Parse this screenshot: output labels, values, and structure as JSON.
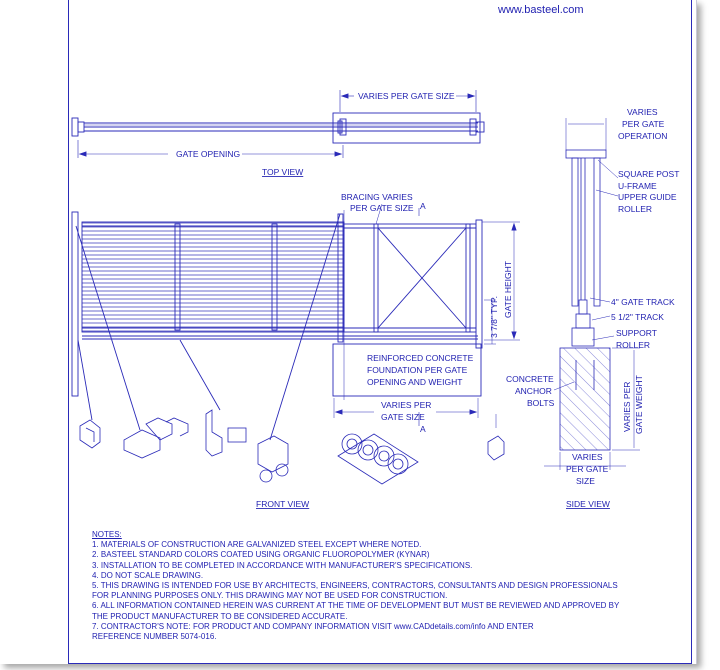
{
  "header": {
    "website": "www.basteel.com"
  },
  "views": {
    "top": "TOP VIEW",
    "front": "FRONT VIEW",
    "side": "SIDE VIEW"
  },
  "labels": {
    "varies_top": "VARIES PER GATE SIZE",
    "gate_opening": "GATE OPENING",
    "bracing_1": "BRACING VARIES",
    "bracing_2": "PER GATE SIZE",
    "section_a": "A",
    "foundation_1": "REINFORCED CONCRETE",
    "foundation_2": "FOUNDATION PER GATE",
    "foundation_3": "OPENING AND WEIGHT",
    "varies_bottom_1": "VARIES PER",
    "varies_bottom_2": "GATE SIZE",
    "typ": "3 7/8\" TYP.",
    "gate_height": "GATE HEIGHT",
    "varies_op_1": "VARIES",
    "varies_op_2": "PER GATE",
    "varies_op_3": "OPERATION",
    "square_post": "SQUARE POST",
    "u_frame": "U-FRAME",
    "upper_guide": "UPPER GUIDE",
    "roller": "ROLLER",
    "track_4": "4\" GATE TRACK",
    "track_5": "5 1/2\" TRACK",
    "support": "SUPPORT",
    "anchor_1": "CONCRETE",
    "anchor_2": "ANCHOR",
    "anchor_3": "BOLTS",
    "varies_weight_1": "VARIES PER",
    "varies_weight_2": "GATE WEIGHT",
    "varies_side_1": "VARIES",
    "varies_side_2": "PER GATE",
    "varies_side_3": "SIZE"
  },
  "notes": {
    "heading": "NOTES:",
    "lines": [
      "1.   MATERIALS OF CONSTRUCTION ARE GALVANIZED STEEL EXCEPT WHERE NOTED.",
      "2.   BASTEEL STANDARD COLORS COATED USING ORGANIC FLUOROPOLYMER (KYNAR)",
      "3.   INSTALLATION TO BE COMPLETED IN ACCORDANCE WITH MANUFACTURER'S SPECIFICATIONS.",
      "4.   DO NOT SCALE DRAWING.",
      "5.   THIS DRAWING IS INTENDED FOR USE BY ARCHITECTS, ENGINEERS, CONTRACTORS, CONSULTANTS AND DESIGN PROFESSIONALS",
      "      FOR PLANNING PURPOSES ONLY.  THIS DRAWING MAY NOT BE USED FOR CONSTRUCTION.",
      "6.   ALL INFORMATION CONTAINED HEREIN WAS CURRENT AT THE TIME OF DEVELOPMENT BUT MUST BE REVIEWED AND APPROVED BY",
      "      THE PRODUCT MANUFACTURER TO BE CONSIDERED ACCURATE.",
      "7.   CONTRACTOR'S NOTE: FOR PRODUCT AND COMPANY INFORMATION VISIT www.CADdetails.com/info AND ENTER",
      "      REFERENCE NUMBER 5074-016.",
      ""
    ]
  }
}
